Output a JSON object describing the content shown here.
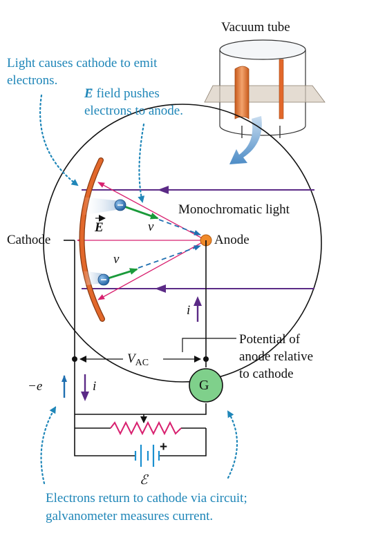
{
  "labels": {
    "vacuum_tube": "Vacuum tube",
    "light_causes_line1": "Light causes cathode to emit",
    "light_causes_line2": "electrons.",
    "efield_symbol": "E",
    "efield_line1_rest": " field pushes",
    "efield_line2": "electrons to anode.",
    "monochromatic_light": "Monochromatic light",
    "cathode": "Cathode",
    "anode": "Anode",
    "e_vector": "E",
    "velocity_upper": "v",
    "velocity_lower": "v",
    "current_tube": "i",
    "potential_line1": "Potential of",
    "potential_line2": "anode relative",
    "potential_line3": "to cathode",
    "vac_main": "V",
    "vac_sub": "AC",
    "galvanometer": "G",
    "minus_e": "−e",
    "current_left": "i",
    "battery_plus": "+",
    "emf": "ℰ",
    "bottom_line1": "Electrons return to cathode via circuit;",
    "bottom_line2": "galvanometer measures current."
  },
  "colors": {
    "annotation_blue": "#1f86b8",
    "light_purple": "#5b2a86",
    "field_magenta": "#d8206f",
    "cathode_orange": "#e2682b",
    "anode_orange": "#f08a2a",
    "electron_blue": "#2e74b5",
    "velocity_green": "#1a9a3a",
    "galvanometer_green": "#7fd08b",
    "resistor_magenta": "#d8206f",
    "battery_blue": "#1a8fd0"
  }
}
